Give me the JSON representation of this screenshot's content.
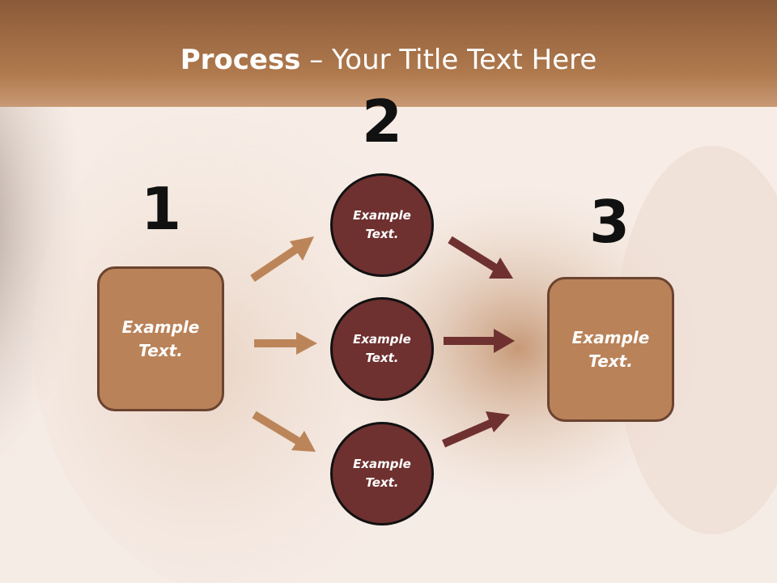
{
  "slide": {
    "title_bold": "Process",
    "title_rest": " – Your Title Text Here",
    "colors": {
      "header": "#a46e45",
      "box_fill": "#b98259",
      "circle_fill": "#6e3130",
      "arrow_light": "#bc8559",
      "arrow_dark": "#6e3130"
    }
  },
  "steps": [
    {
      "number": "1",
      "label": "Example\nText."
    },
    {
      "number": "2",
      "label": "Example\nText."
    },
    {
      "number": "3",
      "label": "Example\nText."
    }
  ],
  "circles": [
    {
      "label": "Example\nText."
    },
    {
      "label": "Example\nText."
    },
    {
      "label": "Example\nText."
    }
  ]
}
